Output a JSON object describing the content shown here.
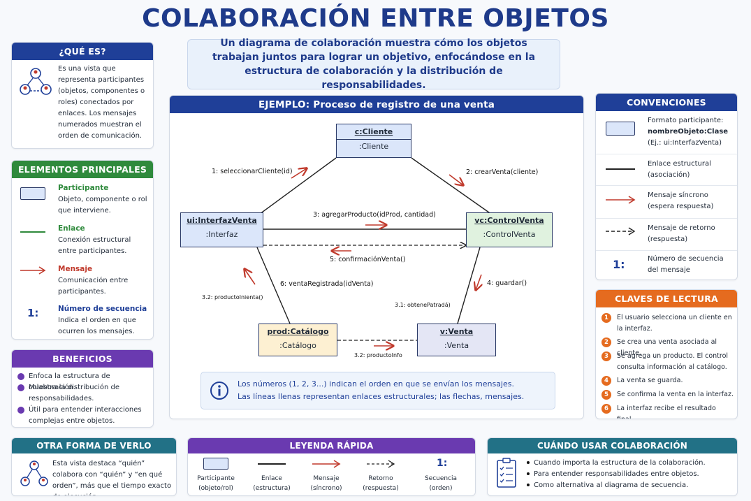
{
  "title": "COLABORACIÓN ENTRE OBJETOS",
  "intro": "Un diagrama de colaboración muestra cómo los objetos trabajan juntos para lograr un objetivo, enfocándose en la estructura de colaboración y la distribución de responsabilidades.",
  "que_es": {
    "header": "¿QUÉ ES?",
    "icon": "people-network-icon",
    "text": "Es una vista que representa participantes (objetos, componentes o roles) conectados por enlaces. Los mensajes numerados muestran el orden de comunicación."
  },
  "elementos": {
    "header": "ELEMENTOS PRINCIPALES",
    "items": [
      {
        "title": "Participante",
        "desc": "Objeto, componente o rol que interviene.",
        "color": "#2f8a3c"
      },
      {
        "title": "Enlace",
        "desc": "Conexión estructural entre participantes.",
        "color": "#2f8a3c"
      },
      {
        "title": "Mensaje",
        "desc": "Comunicación entre participantes.",
        "color": "#c0392b"
      },
      {
        "title": "Número de secuencia",
        "desc": "Indica el orden en que ocurren los mensajes.",
        "color": "#1f3f98",
        "symbol": "1:"
      }
    ]
  },
  "beneficios": {
    "header": "BENEFICIOS",
    "items": [
      "Enfoca la estructura de colaboración.",
      "Muestra la distribución de responsabilidades.",
      "Útil para entender interacciones complejas entre objetos."
    ]
  },
  "ejemplo": {
    "header": "EJEMPLO: Proceso de registro de una venta",
    "participants": {
      "cliente": {
        "name": "c:Cliente",
        "class": ":Cliente"
      },
      "interfaz": {
        "name": "ui:InterfazVenta",
        "class": ":Interfaz"
      },
      "control": {
        "name": "vc:ControlVenta",
        "class": ":ControlVenta"
      },
      "catalogo": {
        "name": "prod:Catálogo",
        "class": ":Catálogo"
      },
      "venta": {
        "name": "v:Venta",
        "class": ":Venta"
      }
    },
    "messages": {
      "m1": "1: seleccionarCliente(id)",
      "m2": "2: crearVenta(cliente)",
      "m3": "3: agregarProducto(idProd, cantidad)",
      "m5": "5: confirmaciónVenta()",
      "m4": "4: guardar()",
      "m6": "6: ventaRegistrada(idVenta)",
      "m32a": "3.2: productoInienta()",
      "m31": "3.1: obtenePatradá)",
      "m32b": "3.2: productoInfo"
    },
    "note_line1": "Los números (1, 2, 3...) indican el orden en que se envían los mensajes.",
    "note_line2": "Las líneas llenas representan enlaces estructurales; las flechas, mensajes."
  },
  "convenciones": {
    "header": "CONVENCIONES",
    "items": [
      {
        "label": "Formato participante:",
        "bold": "nombreObjeto:Clase",
        "extra": "(Ej.: ui:InterfazVenta)"
      },
      {
        "label": "Enlace estructural",
        "extra": "(asociación)"
      },
      {
        "label": "Mensaje síncrono",
        "extra": "(espera respuesta)"
      },
      {
        "label": "Mensaje de retorno",
        "extra": "(respuesta)"
      },
      {
        "label": "Número de secuencia",
        "extra": "del mensaje",
        "symbol": "1:"
      }
    ]
  },
  "claves": {
    "header": "CLAVES DE LECTURA",
    "items": [
      "El usuario selecciona un cliente en la interfaz.",
      "Se crea una venta asociada al cliente.",
      "Se agrega un producto. El control consulta información al catálogo.",
      "La venta se guarda.",
      "Se confirma la venta en la interfaz.",
      "La interfaz recibe el resultado final."
    ],
    "numbers": [
      "1",
      "2",
      "3",
      "4",
      "5",
      "6"
    ]
  },
  "otra_forma": {
    "header": "OTRA FORMA DE VERLO",
    "text": "Esta vista destaca “quién” colabora con “quién” y “en qué orden”, más que el tiempo exacto de ejecución."
  },
  "leyenda": {
    "header": "LEYENDA RÁPIDA",
    "items": [
      {
        "l1": "Participante",
        "l2": "(objeto/rol)"
      },
      {
        "l1": "Enlace",
        "l2": "(estructura)"
      },
      {
        "l1": "Mensaje",
        "l2": "(síncrono)"
      },
      {
        "l1": "Retorno",
        "l2": "(respuesta)"
      },
      {
        "l1": "Secuencia",
        "l2": "(orden)",
        "symbol": "1:"
      }
    ]
  },
  "cuando": {
    "header": "CUÁNDO USAR COLABORACIÓN",
    "icon": "checklist-icon",
    "items": [
      "Cuando importa la estructura de la colaboración.",
      "Para entender responsabilidades entre objetos.",
      "Como alternativa al diagrama de secuencia."
    ]
  },
  "colors": {
    "navy": "#1f3f98",
    "green": "#2f8a3c",
    "purple": "#6a3ab0",
    "orange": "#e56b1f",
    "teal": "#227186",
    "red": "#c0392b"
  }
}
